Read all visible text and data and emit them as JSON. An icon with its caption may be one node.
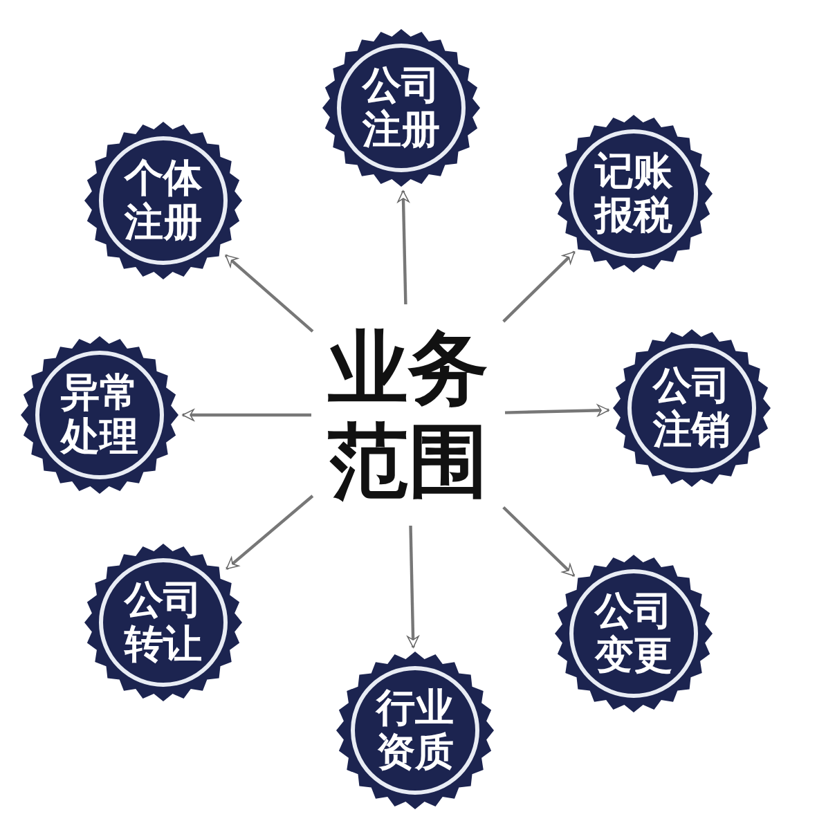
{
  "diagram": {
    "nodes": [
      {
        "text": [
          "业务范围"
        ]
      },
      {
        "text": [
          "公司注册"
        ]
      },
      {
        "text": [
          "记账报税"
        ]
      },
      {
        "text": [
          "公司注销"
        ]
      },
      {
        "text": [
          "公司变更"
        ]
      },
      {
        "text": [
          "行业资质"
        ]
      },
      {
        "text": [
          "公司转让"
        ]
      },
      {
        "text": [
          "异常处理"
        ]
      },
      {
        "text": [
          "个体注册"
        ]
      }
    ],
    "edges": [
      {
        "from": 0,
        "to": 1,
        "arrow": "to"
      },
      {
        "from": 0,
        "to": 2,
        "arrow": "to"
      },
      {
        "from": 0,
        "to": 3,
        "arrow": "to"
      },
      {
        "from": 0,
        "to": 4,
        "arrow": "to"
      },
      {
        "from": 0,
        "to": 5,
        "arrow": "to"
      },
      {
        "from": 0,
        "to": 6,
        "arrow": "to"
      },
      {
        "from": 0,
        "to": 7,
        "arrow": "to"
      },
      {
        "from": 0,
        "to": 8,
        "arrow": "to"
      }
    ]
  }
}
